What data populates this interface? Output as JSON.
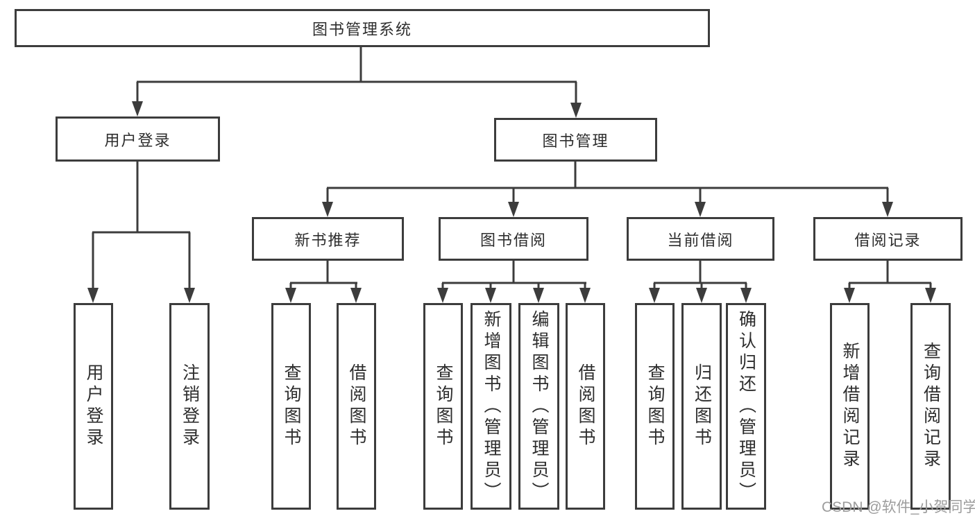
{
  "diagram": {
    "tree": {
      "root": {
        "label": "图书管理系统"
      },
      "level2": [
        {
          "label": "用户登录",
          "leaves": [
            "用户登录",
            "注销登录"
          ]
        },
        {
          "label": "图书管理",
          "children": [
            {
              "label": "新书推荐",
              "leaves": [
                "查询图书",
                "借阅图书"
              ]
            },
            {
              "label": "图书借阅",
              "leaves": [
                "查询图书",
                "新增图书（管理员）",
                "编辑图书（管理员）",
                "借阅图书"
              ]
            },
            {
              "label": "当前借阅",
              "leaves": [
                "查询图书",
                "归还图书",
                "确认归还（管理员）"
              ]
            },
            {
              "label": "借阅记录",
              "leaves": [
                "新增借阅记录",
                "查询借阅记录"
              ]
            }
          ]
        }
      ]
    },
    "colors": {
      "line": "#3c3c3c",
      "text": "#2d2d2d",
      "background": "#ffffff",
      "watermark": "#9c9c9c"
    }
  },
  "watermark": {
    "text": "CSDN @软件_小贺同学"
  }
}
